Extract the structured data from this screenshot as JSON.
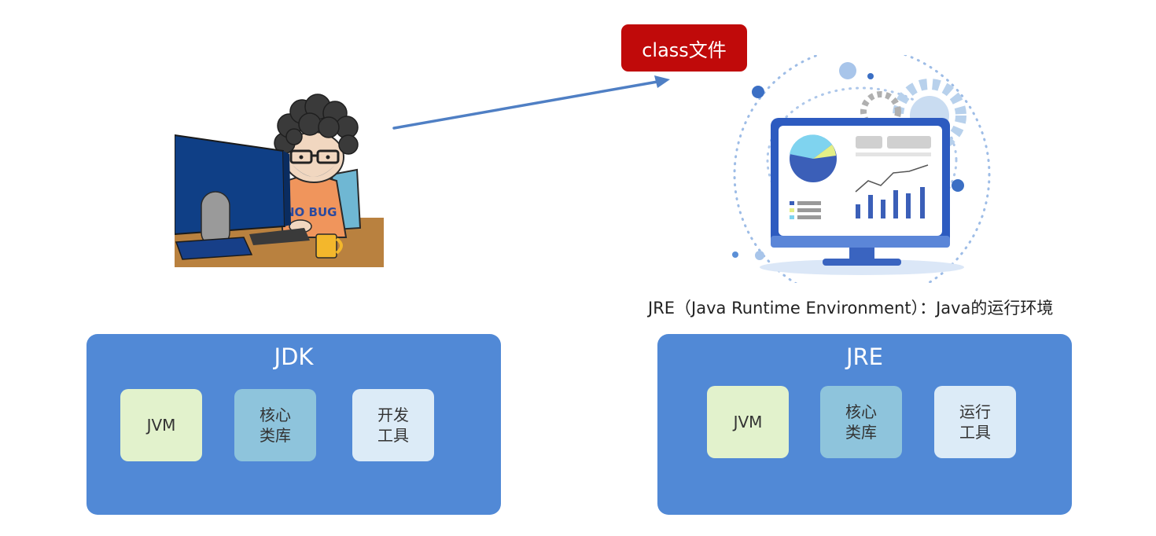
{
  "class_file_label": "class文件",
  "jre_caption": "JRE（Java Runtime Environment）：Java的运行环境",
  "programmer_shirt_text": "NO BUG",
  "colors": {
    "badge": "#c00a0a",
    "panel": "#5189d6",
    "arrow": "#4f7fc4",
    "jvm_box": "#e2f2cc",
    "library_box": "#8ec4dc",
    "tools_box": "#dcebf7"
  },
  "icons": [
    "programmer-at-computer-illustration",
    "analytics-monitor-illustration",
    "arrow-right-icon"
  ],
  "jdk": {
    "title": "JDK",
    "boxes": [
      "JVM",
      "核心类库",
      "开发工具"
    ]
  },
  "jre": {
    "title": "JRE",
    "boxes": [
      "JVM",
      "核心类库",
      "运行工具"
    ]
  }
}
